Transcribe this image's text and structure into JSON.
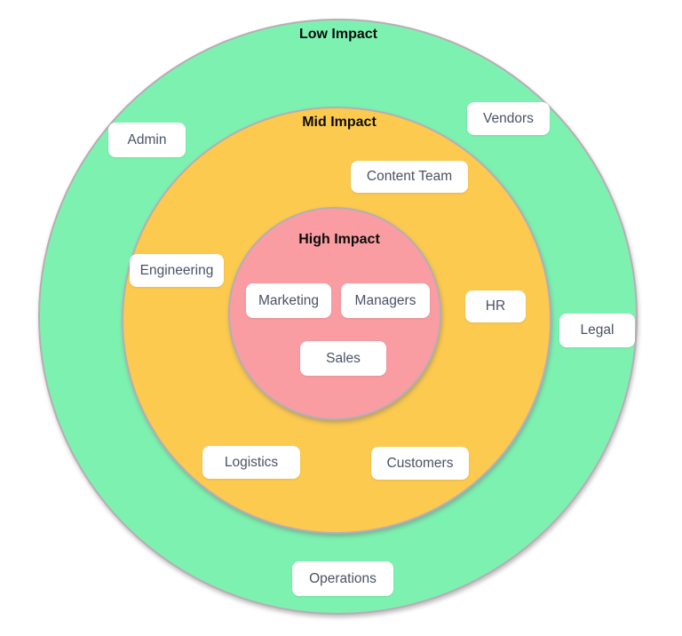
{
  "diagram": {
    "type": "onion-diagram",
    "rings": [
      {
        "name": "Low Impact",
        "color": "#7df2b0",
        "items": [
          "Admin",
          "Vendors",
          "Legal",
          "Operations"
        ]
      },
      {
        "name": "Mid Impact",
        "color": "#fcca4f",
        "items": [
          "Content Team",
          "Engineering",
          "HR",
          "Logistics",
          "Customers"
        ]
      },
      {
        "name": "High Impact",
        "color": "#f99da3",
        "items": [
          "Marketing",
          "Managers",
          "Sales"
        ]
      }
    ],
    "ring_border_color": "#b6aeb4",
    "ring_title_color": "#0c0c0c",
    "node_background_color": "#ffffff",
    "node_text_color": "#4a5264",
    "background_color": "#ffffff"
  }
}
